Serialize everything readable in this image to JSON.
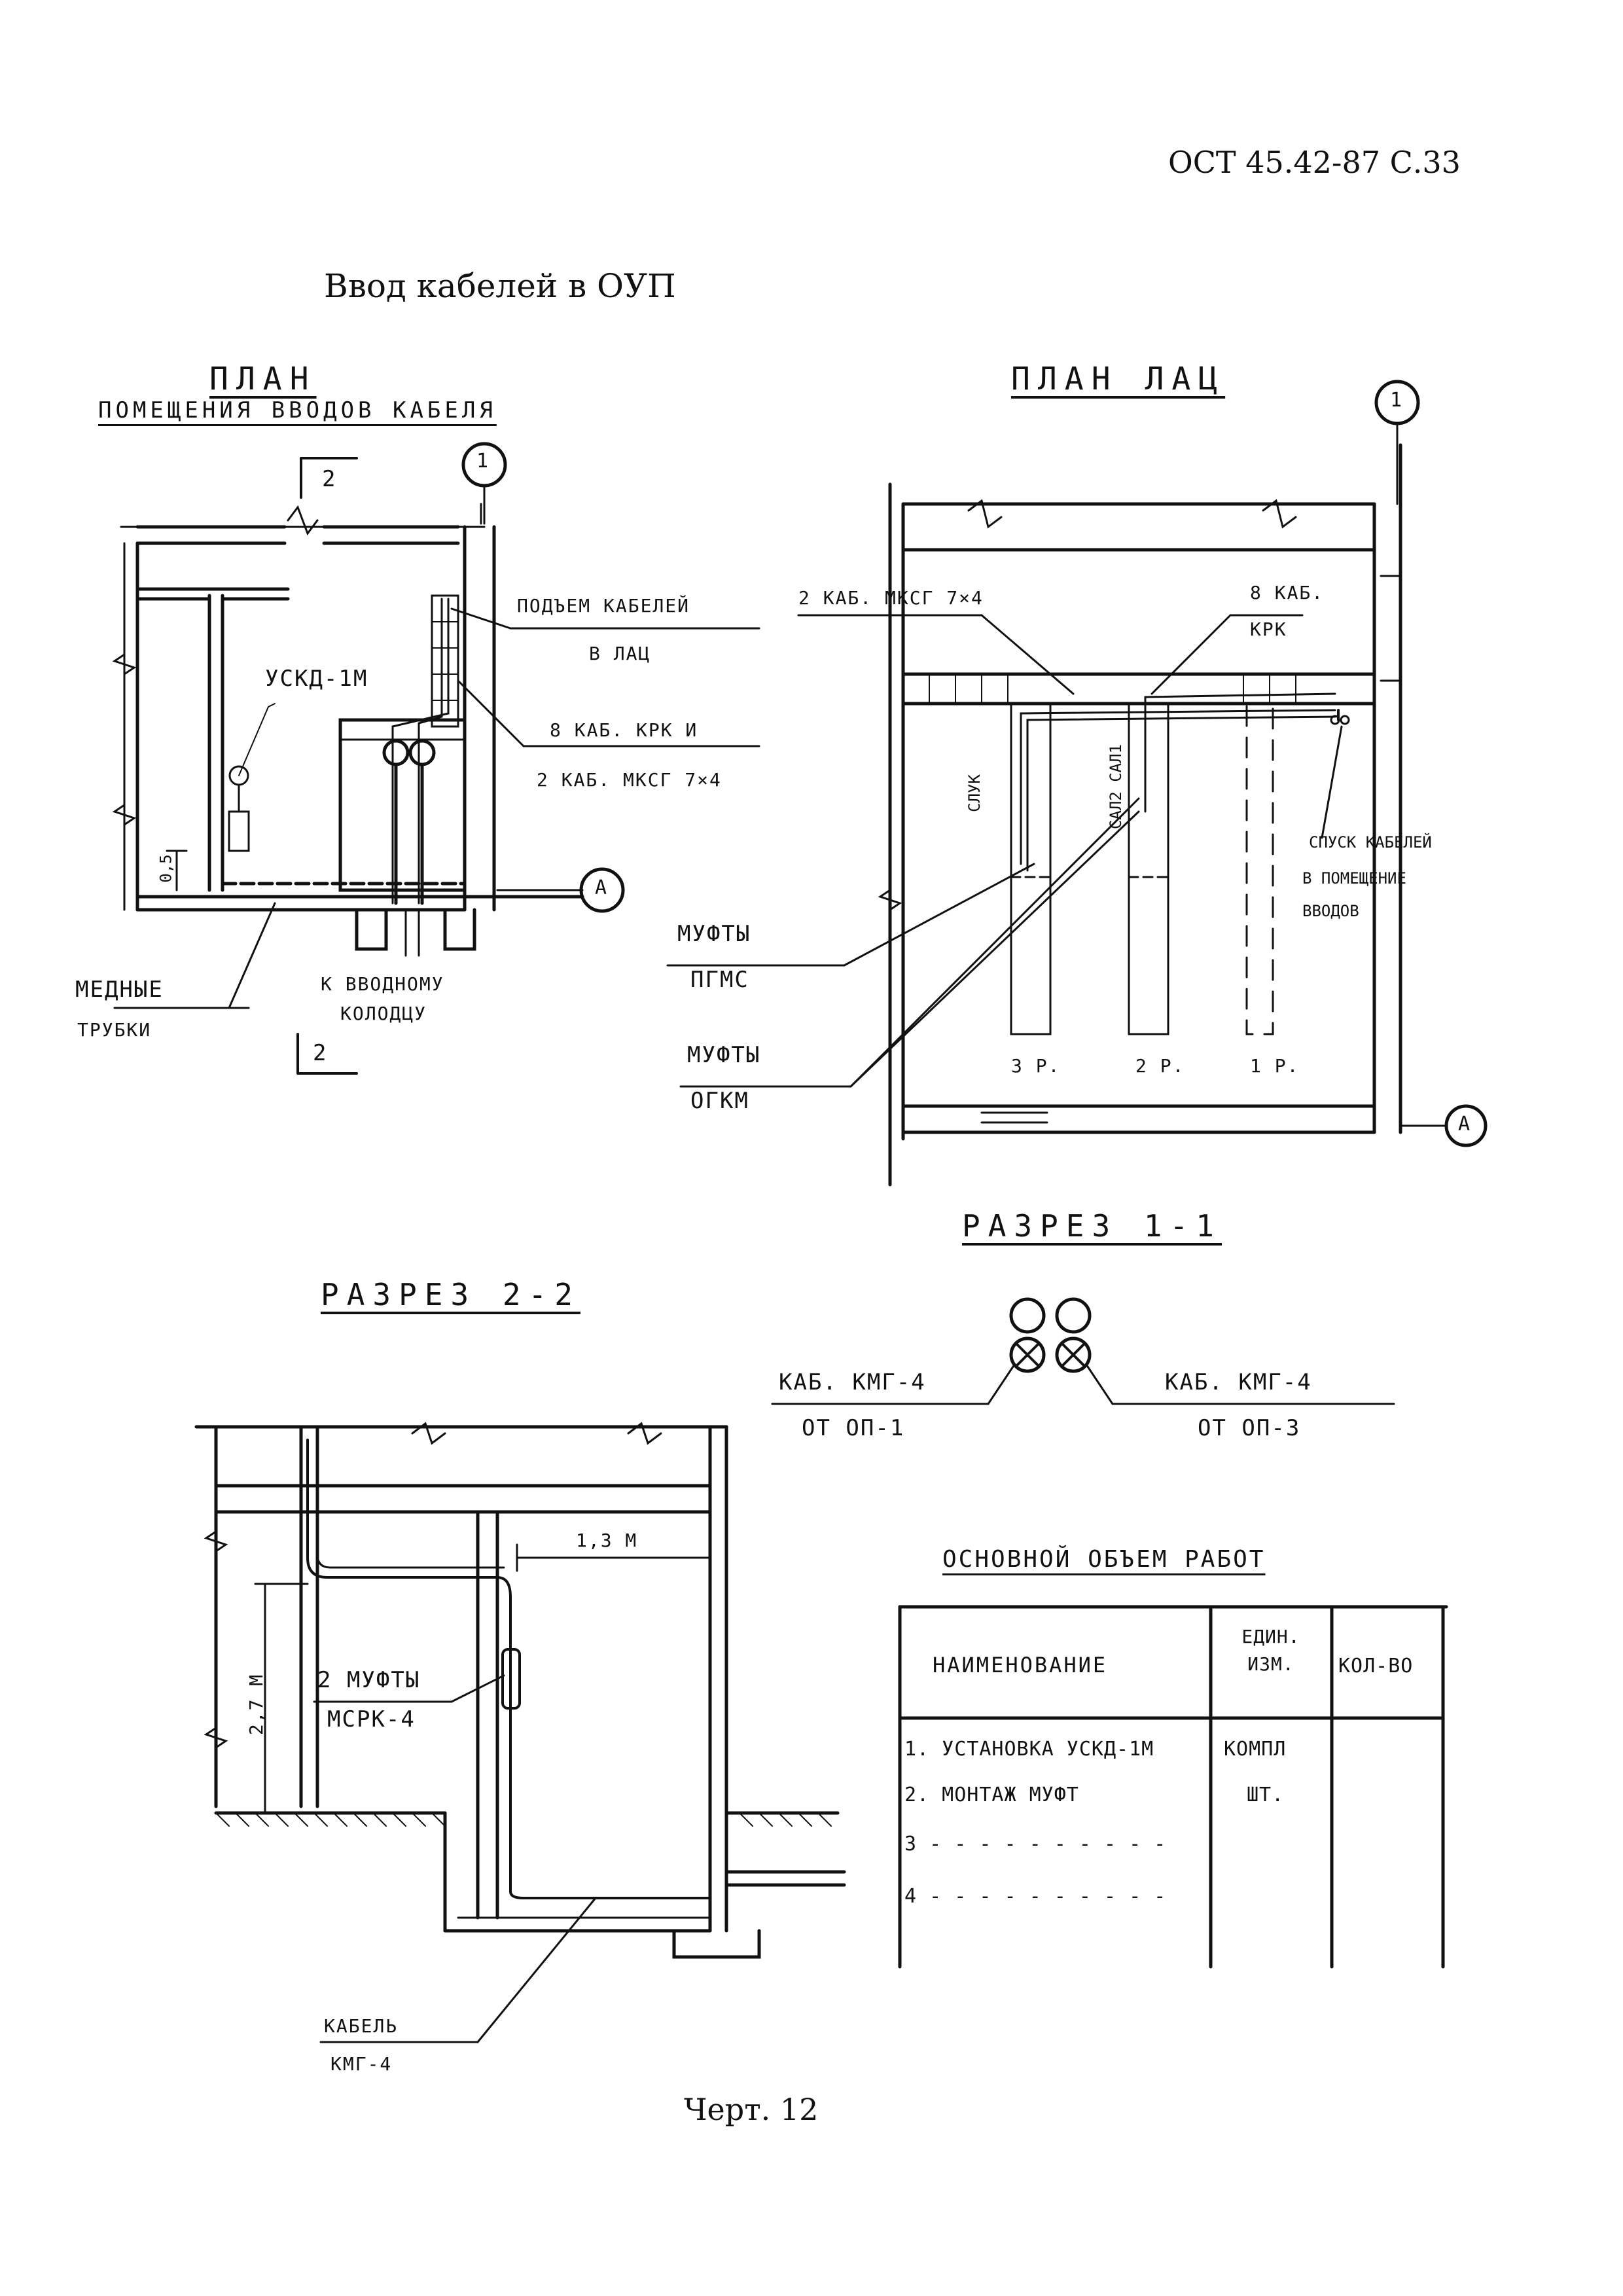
{
  "header": {
    "doc_ref": "ОСТ 45.42-87 С.33"
  },
  "page_title": "Ввод кабелей в ОУП",
  "plan_room": {
    "title_line1": "ПЛАН",
    "title_line2": "ПОМЕЩЕНИЯ ВВОДОВ КАБЕЛЯ",
    "section_mark": "2",
    "axis_1": "1",
    "axis_a": "А",
    "label_uskd": "УСКД-1М",
    "label_rise_1": "ПОДЪЕМ КАБЕЛЕЙ",
    "label_rise_2": "В ЛАЦ",
    "label_cables_1": "8 КАБ. КРК И",
    "label_cables_2": "2 КАБ. МКСГ 7×4",
    "dim_05": "0,5",
    "label_tubes_1": "МЕДНЫЕ",
    "label_tubes_2": "ТРУБКИ",
    "label_well_1": "К ВВОДНОМУ",
    "label_well_2": "КОЛОДЦУ",
    "section_mark_bottom": "2"
  },
  "plan_lac": {
    "title": "ПЛАН ЛАЦ",
    "axis_1": "1",
    "axis_a": "А",
    "label_mksg": "2 КАБ. МКСГ 7×4",
    "label_krk_1": "8 КАБ.",
    "label_krk_2": "КРК",
    "rack_3_label": "СЛУК",
    "rack_2_label": "САЛ2 САЛ1",
    "label_descent_1": "СПУСК КАБЕЛЕЙ",
    "label_descent_2": "В ПОМЕЩЕНИЕ",
    "label_descent_3": "ВВОДОВ",
    "label_mufty_pgms_1": "МУФТЫ",
    "label_mufty_pgms_2": "ПГМС",
    "label_mufty_ogkm_1": "МУФТЫ",
    "label_mufty_ogkm_2": "ОГКМ",
    "row_3": "3 Р.",
    "row_2": "2 Р.",
    "row_1": "1 Р."
  },
  "section_11": {
    "title": "РАЗРЕЗ 1-1",
    "left_label_1": "КАБ. КМГ-4",
    "left_label_2": "ОТ ОП-1",
    "right_label_1": "КАБ. КМГ-4",
    "right_label_2": "ОТ ОП-3"
  },
  "section_22": {
    "title": "РАЗРЕЗ 2-2",
    "dim_13": "1,3 М",
    "dim_27": "2,7 М",
    "label_mufty_1": "2 МУФТЫ",
    "label_mufty_2": "МСРК-4",
    "label_cable_1": "КАБЕЛЬ",
    "label_cable_2": "КМГ-4"
  },
  "work_table": {
    "title": "ОСНОВНОЙ ОБЪЕМ РАБОТ",
    "columns": [
      "НАИМЕНОВАНИЕ",
      "ЕДИН. ИЗМ.",
      "КОЛ-ВО"
    ],
    "rows": [
      {
        "name": "1. УСТАНОВКА УСКД-1М",
        "unit": "КОМПЛ",
        "qty": ""
      },
      {
        "name": "2. МОНТАЖ МУФТ",
        "unit": "ШТ.",
        "qty": ""
      },
      {
        "name": "3 - - - - - - - - - -",
        "unit": "",
        "qty": ""
      },
      {
        "name": "4 - - - - - - - - - -",
        "unit": "",
        "qty": ""
      }
    ]
  },
  "caption": "Черт. 12"
}
